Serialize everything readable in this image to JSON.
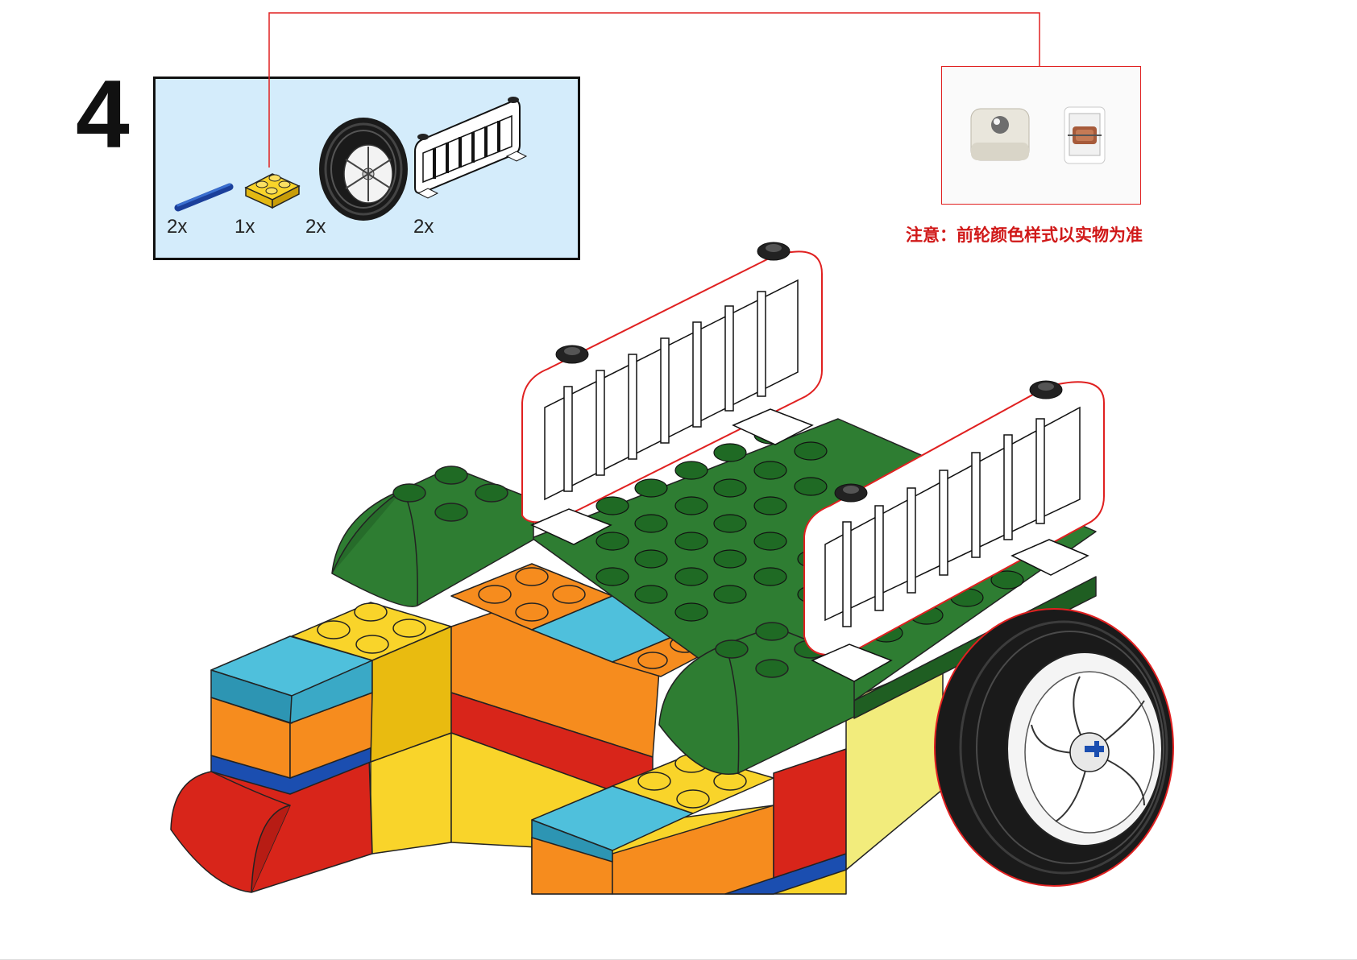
{
  "step": {
    "number": "4"
  },
  "parts_list": [
    {
      "name": "blue-axle",
      "qty": "2x"
    },
    {
      "name": "yellow-plate-2x2",
      "qty": "1x"
    },
    {
      "name": "wheel-tire",
      "qty": "2x"
    },
    {
      "name": "white-fence",
      "qty": "2x"
    }
  ],
  "note": {
    "text": "注意：前轮颜色样式以实物为准"
  },
  "colors": {
    "panel": "#d4ecfb",
    "accent_red": "#e02020",
    "green": "#2e7d32",
    "dark_green": "#1f5e22",
    "orange": "#f68c1e",
    "yellow": "#f9d42a",
    "light_yellow": "#f2ec7c",
    "red": "#d8251a",
    "light_blue": "#4fc0dc",
    "blue": "#1b4eb0"
  }
}
